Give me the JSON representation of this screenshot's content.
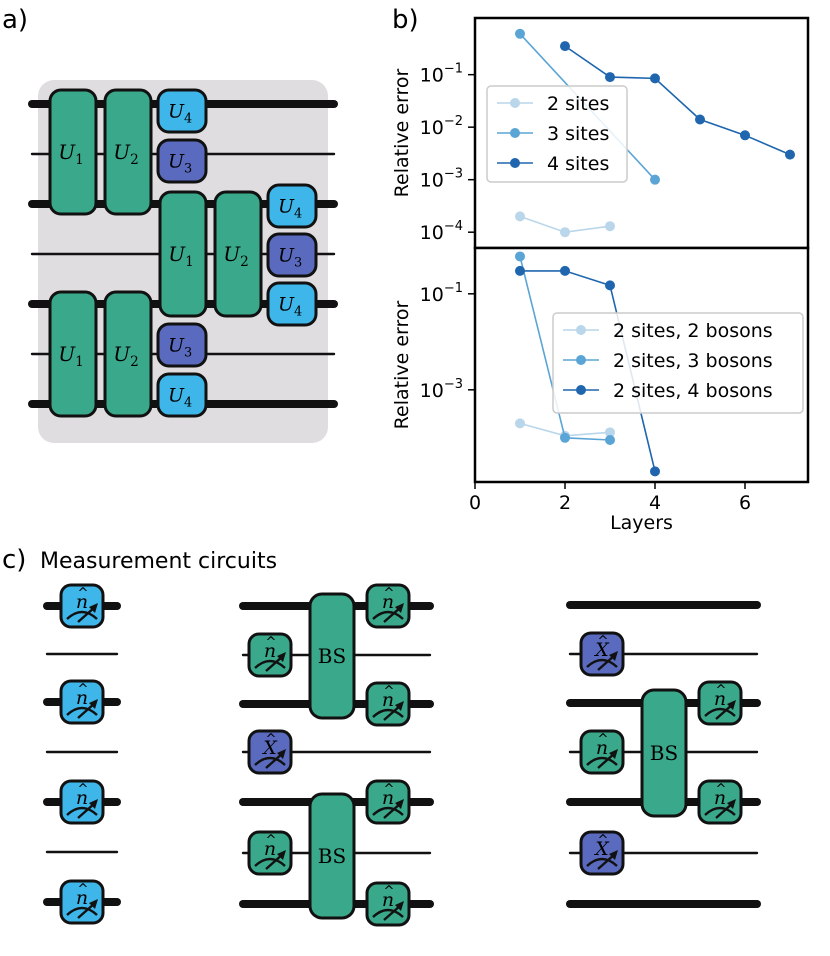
{
  "panel_labels": {
    "a": "a)",
    "b": "b)",
    "c": "c)"
  },
  "section_c_title": "Measurement circuits",
  "gate_labels": {
    "U1": "U",
    "U1_sub": "1",
    "U2": "U",
    "U2_sub": "2",
    "U3": "U",
    "U3_sub": "3",
    "U4": "U",
    "U4_sub": "4",
    "BS": "BS",
    "n": "n",
    "X": "X"
  },
  "colors": {
    "U12": "#3aa88a",
    "U3": "#5a6bbf",
    "U4": "#3fb6ea",
    "background_box": "#e0dde0",
    "wire": "#111111"
  },
  "chart_data": [
    {
      "type": "line",
      "ylabel": "Relative error",
      "yscale": "log",
      "ylim": [
        5e-05,
        1.2
      ],
      "xlim": [
        0,
        7.4
      ],
      "yticks": [
        {
          "v": 0.1,
          "label_base": "10",
          "label_exp": "−1"
        },
        {
          "v": 0.01,
          "label_base": "10",
          "label_exp": "−2"
        },
        {
          "v": 0.001,
          "label_base": "10",
          "label_exp": "−3"
        },
        {
          "v": 0.0001,
          "label_base": "10",
          "label_exp": "−4"
        }
      ],
      "legend_position": "center-left",
      "series": [
        {
          "name": "2 sites",
          "color": "#b9d6ea",
          "x": [
            1,
            2,
            3
          ],
          "y": [
            0.0002,
            0.0001,
            0.00013
          ]
        },
        {
          "name": "3 sites",
          "color": "#5aa5d6",
          "x": [
            1,
            4
          ],
          "y": [
            0.6,
            0.001
          ]
        },
        {
          "name": "4 sites",
          "color": "#1f66ae",
          "x": [
            2,
            3,
            4,
            5,
            6,
            7
          ],
          "y": [
            0.35,
            0.09,
            0.085,
            0.014,
            0.007,
            0.003
          ]
        }
      ]
    },
    {
      "type": "line",
      "xlabel": "Layers",
      "ylabel": "Relative error",
      "yscale": "log",
      "ylim": [
        1.2e-05,
        0.9
      ],
      "xlim": [
        0,
        7.4
      ],
      "xticks": [
        0,
        2,
        4,
        6
      ],
      "yticks": [
        {
          "v": 0.1,
          "label_base": "10",
          "label_exp": "−1"
        },
        {
          "v": 0.001,
          "label_base": "10",
          "label_exp": "−3"
        }
      ],
      "legend_position": "center-right",
      "series": [
        {
          "name": "2 sites, 2 bosons",
          "color": "#b9d6ea",
          "x": [
            1,
            2,
            3
          ],
          "y": [
            0.0002,
            0.00011,
            0.00013
          ]
        },
        {
          "name": "2 sites, 3 bosons",
          "color": "#5aa5d6",
          "x": [
            1,
            2,
            3
          ],
          "y": [
            0.6,
            0.0001,
            9e-05
          ]
        },
        {
          "name": "2 sites, 4 bosons",
          "color": "#1f66ae",
          "x": [
            1,
            2,
            3,
            4
          ],
          "y": [
            0.3,
            0.3,
            0.15,
            2e-05
          ]
        }
      ]
    }
  ]
}
